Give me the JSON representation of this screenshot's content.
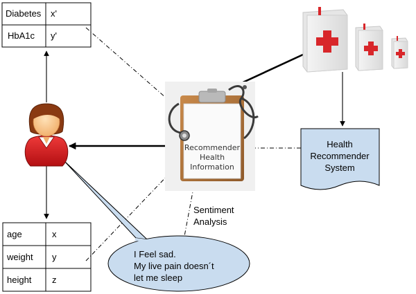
{
  "top_table": {
    "rows": [
      {
        "label": "Diabetes",
        "value": "x'"
      },
      {
        "label": "HbA1c",
        "value": "y'"
      }
    ]
  },
  "bottom_table": {
    "rows": [
      {
        "label": "age",
        "value": "x"
      },
      {
        "label": "weight",
        "value": "y"
      },
      {
        "label": "height",
        "value": "z"
      }
    ]
  },
  "clipboard": {
    "lines": [
      "Recommender",
      "Health",
      "Information"
    ]
  },
  "recommender_system": {
    "lines": [
      "Health",
      "Recommender",
      "System"
    ]
  },
  "sentiment": {
    "lines": [
      "Sentiment",
      "Analysis"
    ]
  },
  "speech_bubble": {
    "lines": [
      "I Feel sad.",
      "My live pain doesn´t",
      "let me sleep"
    ]
  },
  "icons": {
    "patient": "patient-avatar-icon",
    "books": "medical-books-icon",
    "clipboard": "clipboard-stethoscope-icon"
  },
  "colors": {
    "bubble_fill": "#c9dcef",
    "document_fill": "#c9dcef",
    "cross_red": "#d8262a",
    "patient_red": "#d7191c",
    "patient_hair": "#8a3a12"
  }
}
